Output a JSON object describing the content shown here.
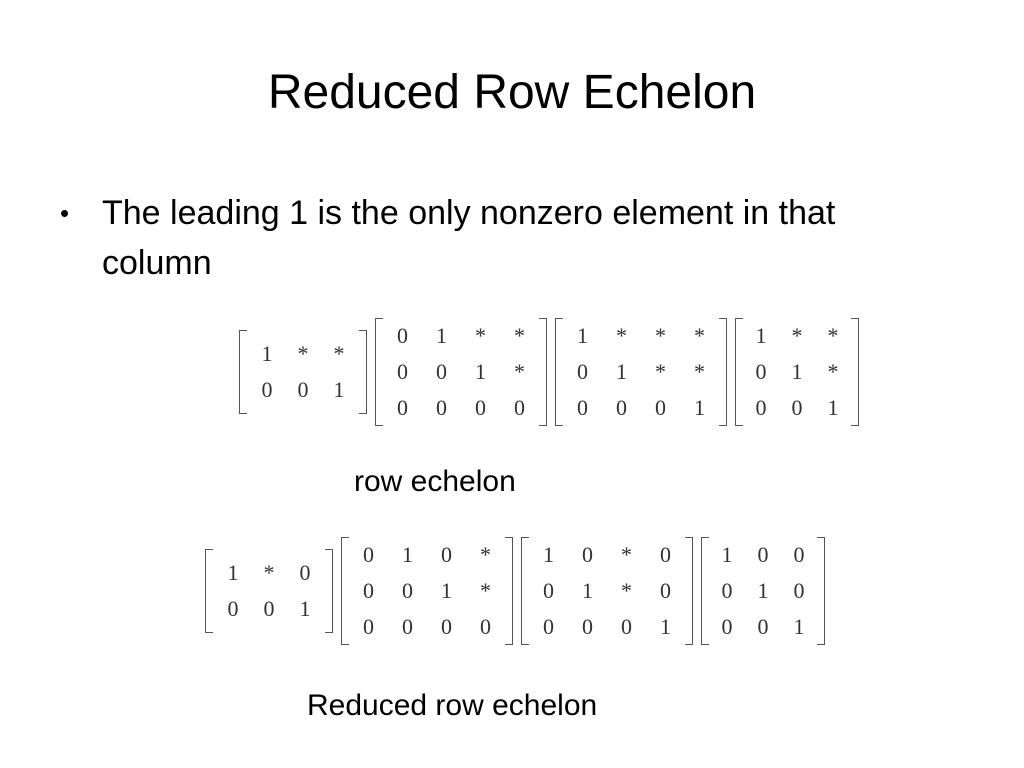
{
  "slide": {
    "title": "Reduced Row Echelon",
    "bullet": "The leading 1 is the only nonzero element in that column",
    "bullet_marker": "•"
  },
  "row_echelon": {
    "caption": "row echelon",
    "matrices": [
      [
        [
          "1",
          "*",
          "*"
        ],
        [
          "0",
          "0",
          "1"
        ]
      ],
      [
        [
          "0",
          "1",
          "*",
          "*"
        ],
        [
          "0",
          "0",
          "1",
          "*"
        ],
        [
          "0",
          "0",
          "0",
          "0"
        ]
      ],
      [
        [
          "1",
          "*",
          "*",
          "*"
        ],
        [
          "0",
          "1",
          "*",
          "*"
        ],
        [
          "0",
          "0",
          "0",
          "1"
        ]
      ],
      [
        [
          "1",
          "*",
          "*"
        ],
        [
          "0",
          "1",
          "*"
        ],
        [
          "0",
          "0",
          "1"
        ]
      ]
    ]
  },
  "reduced_row_echelon": {
    "caption": "Reduced row echelon",
    "matrices": [
      [
        [
          "1",
          "*",
          "0"
        ],
        [
          "0",
          "0",
          "1"
        ]
      ],
      [
        [
          "0",
          "1",
          "0",
          "*"
        ],
        [
          "0",
          "0",
          "1",
          "*"
        ],
        [
          "0",
          "0",
          "0",
          "0"
        ]
      ],
      [
        [
          "1",
          "0",
          "*",
          "0"
        ],
        [
          "0",
          "1",
          "*",
          "0"
        ],
        [
          "0",
          "0",
          "0",
          "1"
        ]
      ],
      [
        [
          "1",
          "0",
          "0"
        ],
        [
          "0",
          "1",
          "0"
        ],
        [
          "0",
          "0",
          "1"
        ]
      ]
    ]
  }
}
